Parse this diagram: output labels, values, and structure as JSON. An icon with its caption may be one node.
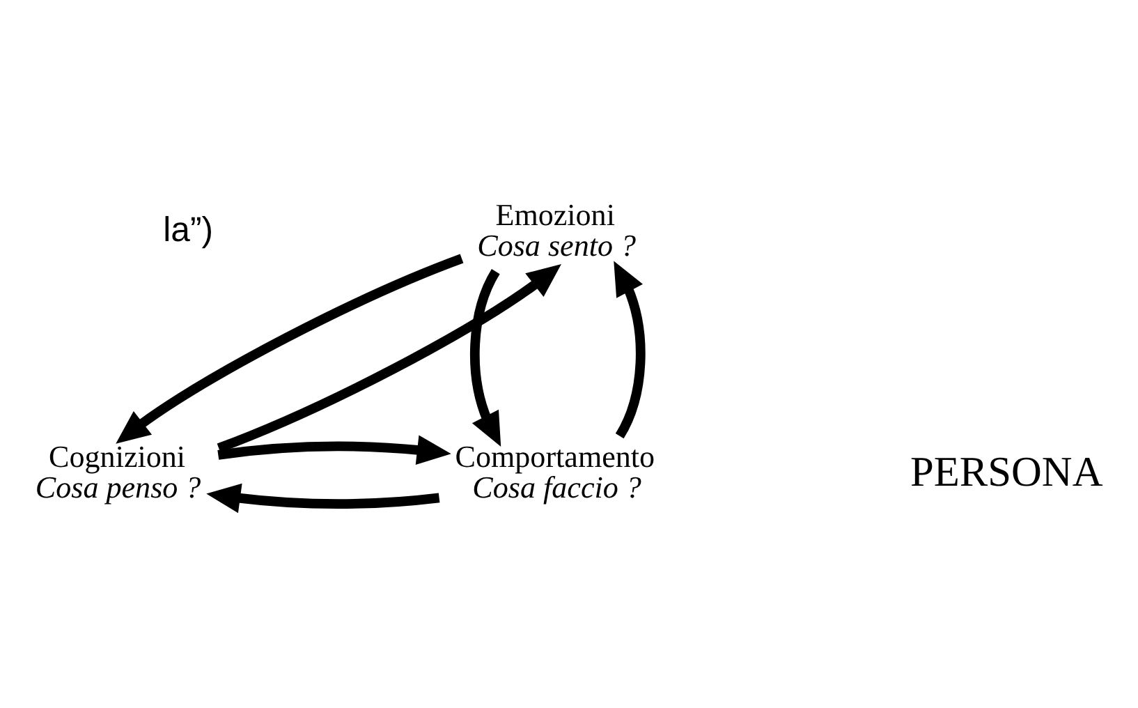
{
  "diagram": {
    "nodes": [
      {
        "text": [
          "Emozioni",
          "Cosa sento ?"
        ]
      },
      {
        "text": [
          "Cognizioni",
          "Cosa penso ?"
        ]
      },
      {
        "text": [
          "Comportamento",
          "Cosa faccio ?"
        ]
      }
    ],
    "edges": [
      {
        "from": 0,
        "to": 1,
        "arrow": "to"
      },
      {
        "from": 1,
        "to": 0,
        "arrow": "to"
      },
      {
        "from": 0,
        "to": 2,
        "arrow": "to"
      },
      {
        "from": 2,
        "to": 0,
        "arrow": "to"
      },
      {
        "from": 2,
        "to": 1,
        "arrow": "to"
      },
      {
        "from": 1,
        "to": 2,
        "arrow": "to"
      }
    ],
    "labels": [
      "la”)",
      "PERSONA"
    ]
  }
}
